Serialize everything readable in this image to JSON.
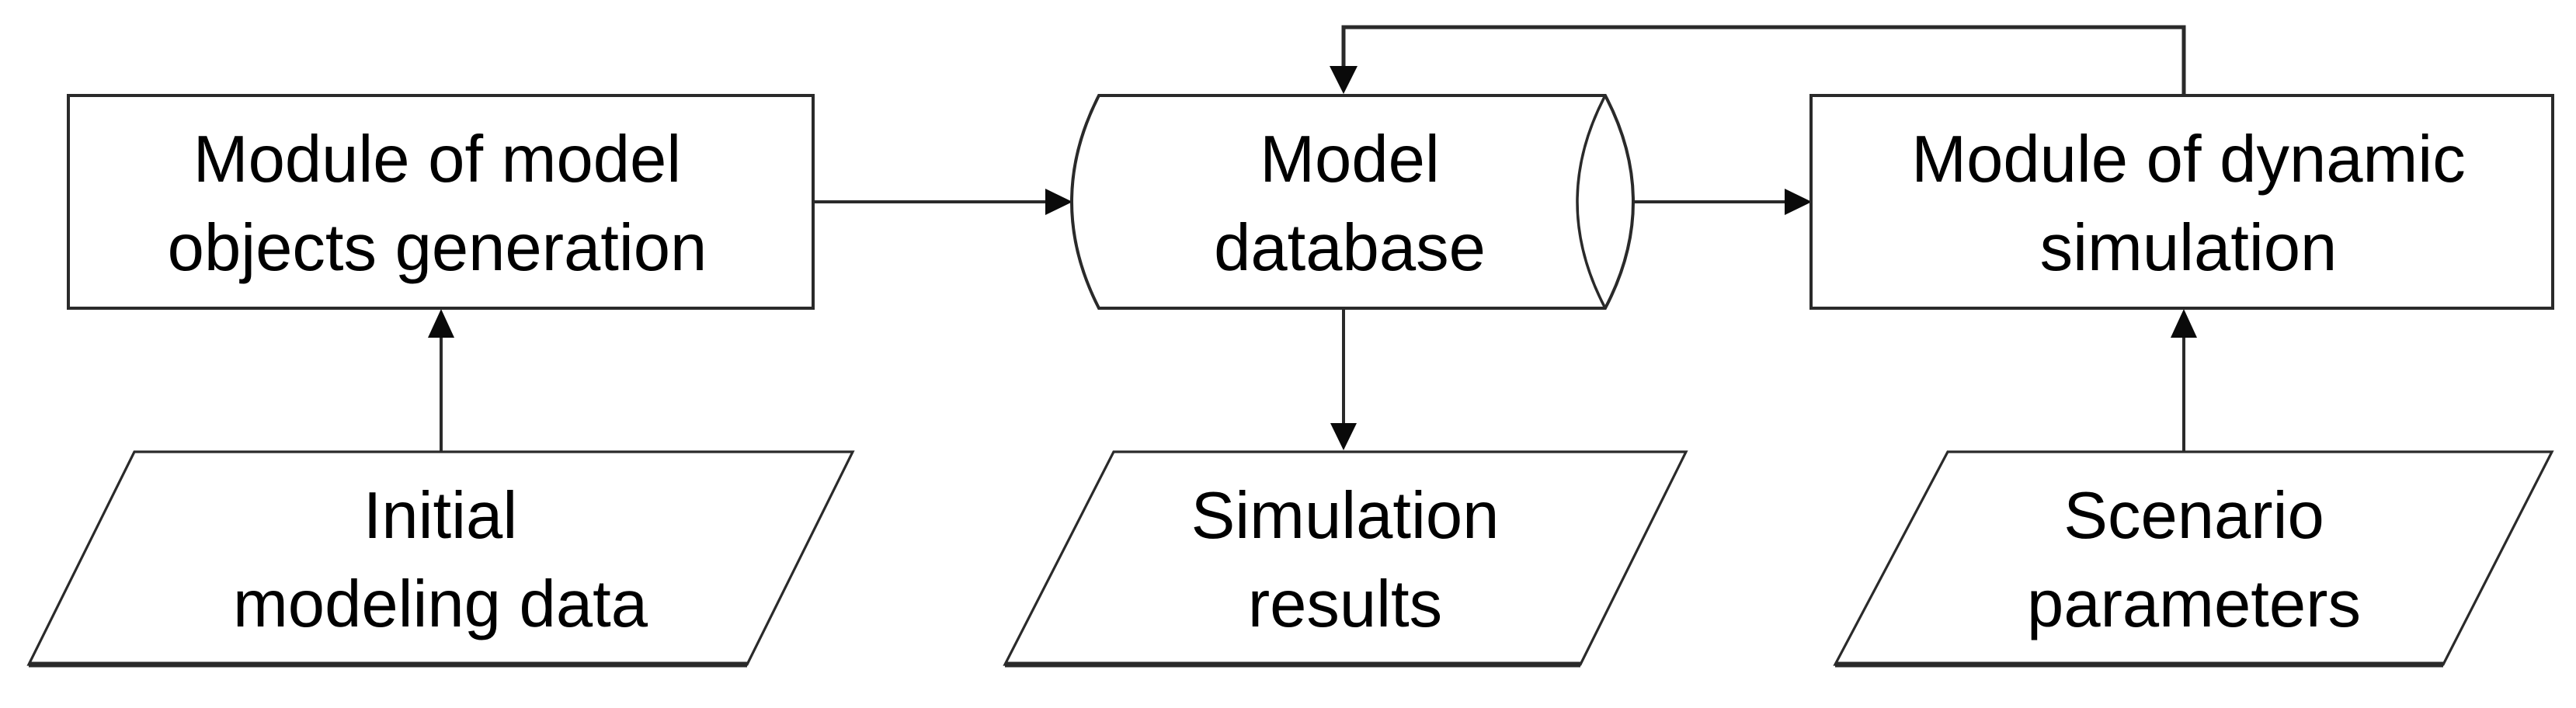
{
  "diagram": {
    "type": "flowchart",
    "colors": {
      "background": "#ffffff",
      "stroke": "#2a2a2a",
      "text": "#000000",
      "arrow": "#0a0a0a"
    },
    "nodes": {
      "module_objects_generation": {
        "shape": "rectangle",
        "line1": "Module of model",
        "line2": "objects generation"
      },
      "model_database": {
        "shape": "cylinder",
        "line1": "Model",
        "line2": "database"
      },
      "module_dynamic_simulation": {
        "shape": "rectangle",
        "line1": "Module of dynamic",
        "line2": "simulation"
      },
      "initial_modeling_data": {
        "shape": "parallelogram",
        "line1": "Initial",
        "line2": "modeling data"
      },
      "simulation_results": {
        "shape": "parallelogram",
        "line1": "Simulation",
        "line2": "results"
      },
      "scenario_parameters": {
        "shape": "parallelogram",
        "line1": "Scenario",
        "line2": "parameters"
      }
    },
    "edges": [
      {
        "from": "initial_modeling_data",
        "to": "module_objects_generation"
      },
      {
        "from": "module_objects_generation",
        "to": "model_database"
      },
      {
        "from": "model_database",
        "to": "module_dynamic_simulation"
      },
      {
        "from": "model_database",
        "to": "simulation_results"
      },
      {
        "from": "scenario_parameters",
        "to": "module_dynamic_simulation"
      },
      {
        "from": "module_dynamic_simulation",
        "to": "model_database"
      }
    ]
  }
}
